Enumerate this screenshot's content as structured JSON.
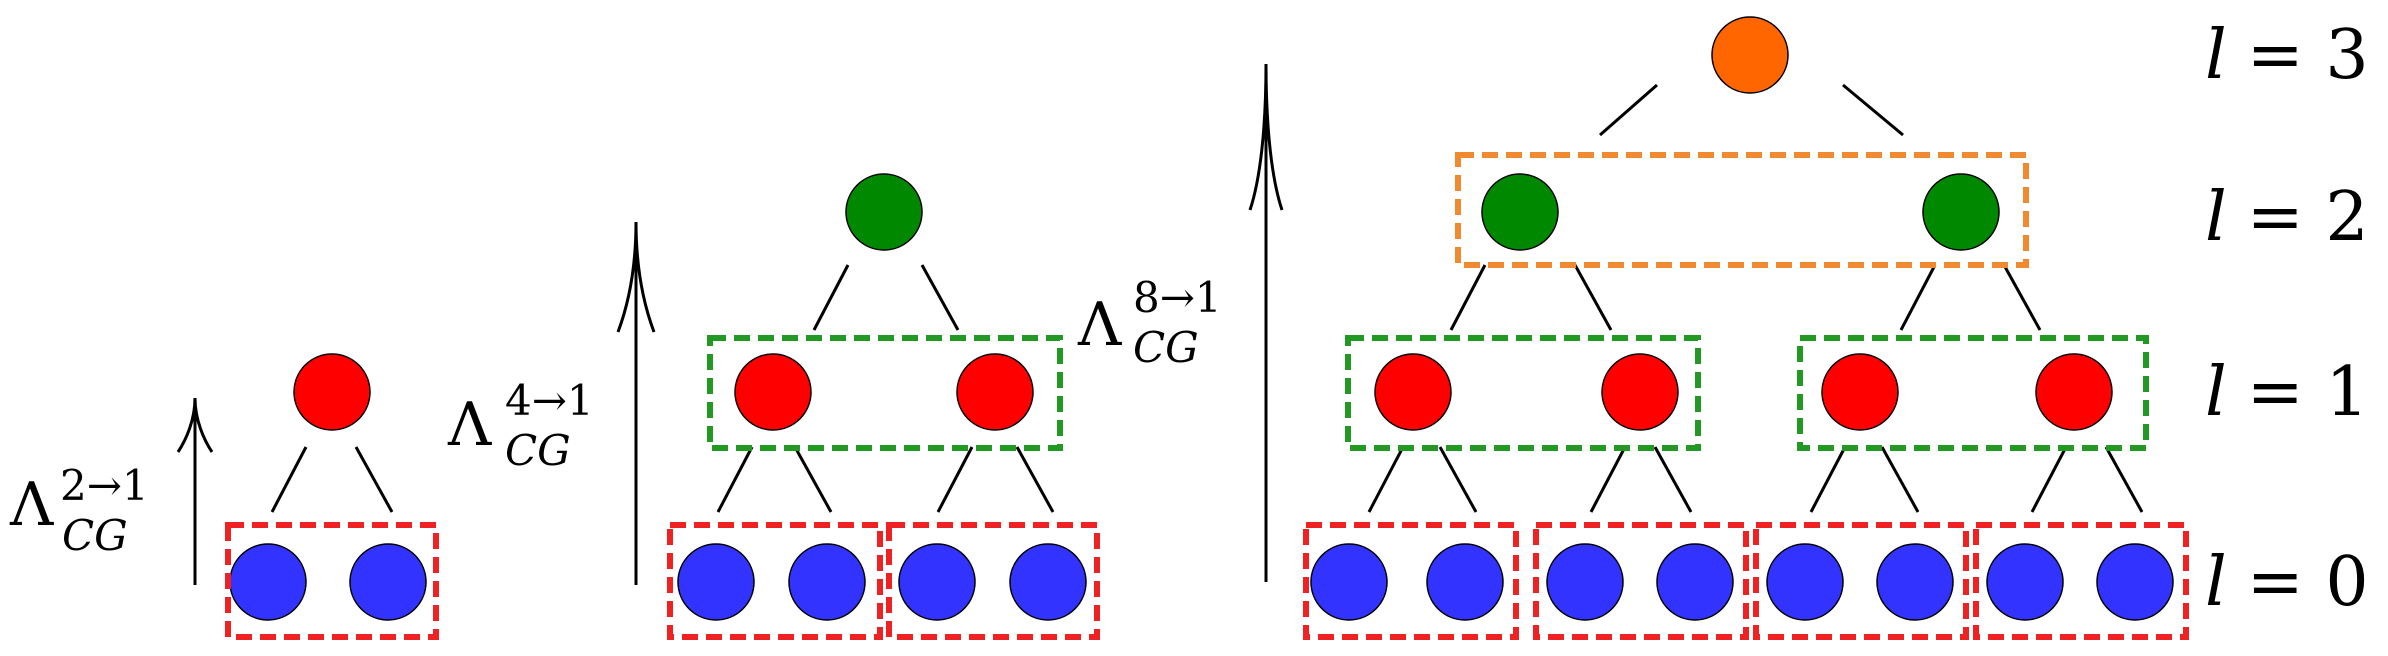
{
  "colors": {
    "leaf": "#3333ff",
    "level1": "#ff0000",
    "level2": "#008800",
    "level3": "#ff6600",
    "box_red": "#ee2222",
    "box_green": "#229922",
    "box_orange": "#f08a30",
    "line": "#000000"
  },
  "operators": [
    {
      "symbol": "Λ",
      "superscript": "2→1",
      "subscript": "CG"
    },
    {
      "symbol": "Λ",
      "superscript": "4→1",
      "subscript": "CG"
    },
    {
      "symbol": "Λ",
      "superscript": "8→1",
      "subscript": "CG"
    }
  ],
  "levels": [
    {
      "var": "l",
      "eq": "= 3"
    },
    {
      "var": "l",
      "eq": "= 2"
    },
    {
      "var": "l",
      "eq": "= 1"
    },
    {
      "var": "l",
      "eq": "= 0"
    }
  ]
}
